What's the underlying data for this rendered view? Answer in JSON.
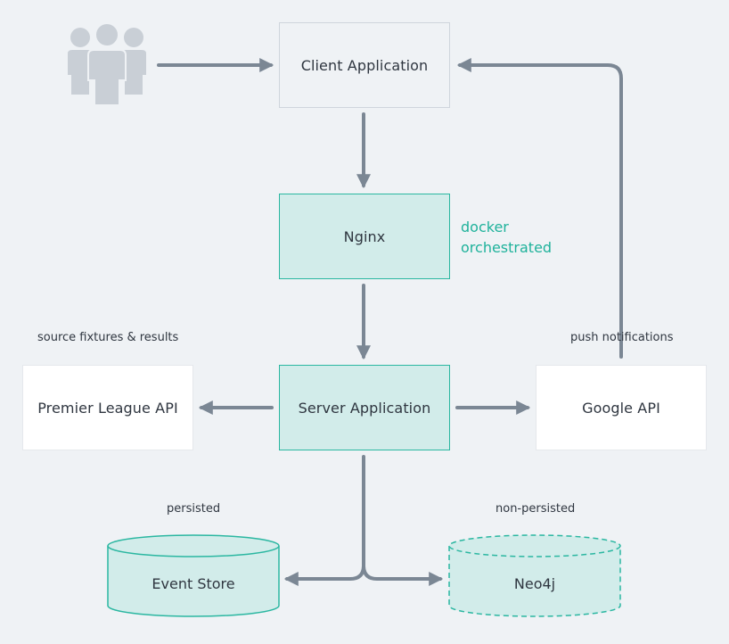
{
  "nodes": {
    "client_app": "Client Application",
    "nginx": "Nginx",
    "server_app": "Server Application",
    "premier_league_api": "Premier League API",
    "google_api": "Google API",
    "event_store": "Event Store",
    "neo4j": "Neo4j"
  },
  "notes": {
    "docker_line1": "docker",
    "docker_line2": "orchestrated",
    "source_fixtures": "source fixtures & results",
    "push_notifications": "push notifications",
    "persisted": "persisted",
    "non_persisted": "non-persisted"
  },
  "icons": {
    "users": "users-group-icon"
  },
  "colors": {
    "background": "#eff2f5",
    "teal_fill": "#d2ecea",
    "teal_border": "#2bb7a1",
    "accent_text": "#1fb29b",
    "arrow": "#7b8794",
    "icon": "#c9cfd6"
  }
}
